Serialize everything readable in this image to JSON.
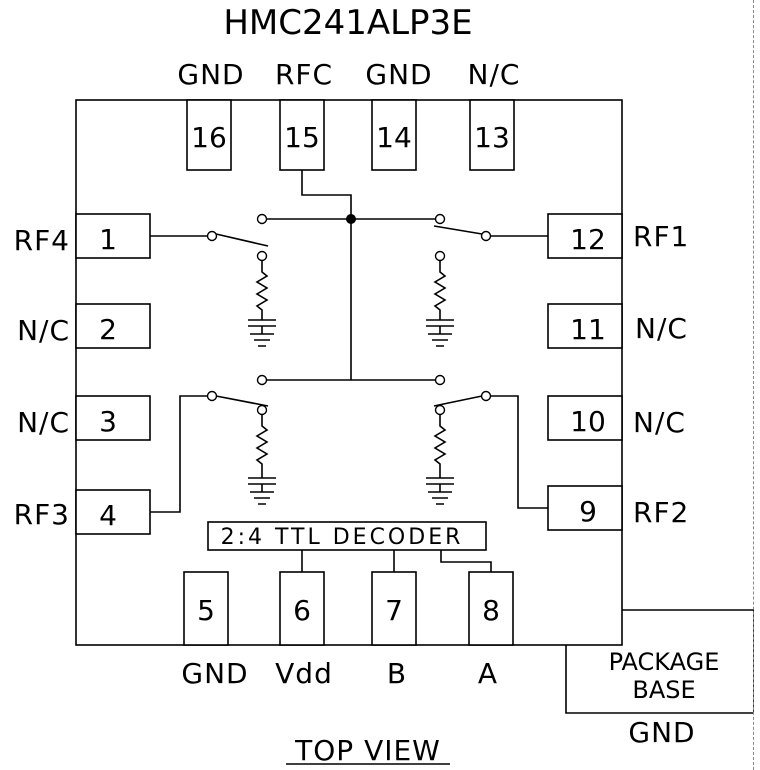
{
  "title": "HMC241ALP3E",
  "pins": {
    "p1": {
      "num": "1",
      "label": "RF4"
    },
    "p2": {
      "num": "2",
      "label": "N/C"
    },
    "p3": {
      "num": "3",
      "label": "N/C"
    },
    "p4": {
      "num": "4",
      "label": "RF3"
    },
    "p5": {
      "num": "5",
      "label": "GND"
    },
    "p6": {
      "num": "6",
      "label": "Vdd"
    },
    "p7": {
      "num": "7",
      "label": "B"
    },
    "p8": {
      "num": "8",
      "label": "A"
    },
    "p9": {
      "num": "9",
      "label": "RF2"
    },
    "p10": {
      "num": "10",
      "label": "N/C"
    },
    "p11": {
      "num": "11",
      "label": "N/C"
    },
    "p12": {
      "num": "12",
      "label": "RF1"
    },
    "p13": {
      "num": "13",
      "label": "N/C"
    },
    "p14": {
      "num": "14",
      "label": "GND"
    },
    "p15": {
      "num": "15",
      "label": "RFC"
    },
    "p16": {
      "num": "16",
      "label": "GND"
    }
  },
  "decoder": {
    "label": "2:4 TTL DECODER"
  },
  "package_base": {
    "line1": "PACKAGE",
    "line2": "BASE",
    "ground": "GND"
  },
  "footer": "TOP VIEW"
}
